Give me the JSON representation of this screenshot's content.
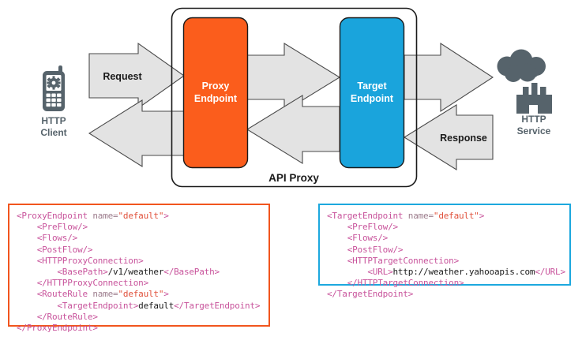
{
  "diagram": {
    "type": "api-proxy-flow",
    "container_label": "API Proxy",
    "left_actor": {
      "name": "HTTP Client",
      "icon": "mobile-phone-gear-icon",
      "label_line1": "HTTP",
      "label_line2": "Client"
    },
    "right_actor": {
      "name": "HTTP Service",
      "icon": "cloud-factory-icon",
      "label_line1": "HTTP",
      "label_line2": "Service"
    },
    "boxes": [
      {
        "id": "proxy-endpoint",
        "line1": "Proxy",
        "line2": "Endpoint",
        "color": "#FB5D1C"
      },
      {
        "id": "target-endpoint",
        "line1": "Target",
        "line2": "Endpoint",
        "color": "#1AA4DC"
      }
    ],
    "arrows": [
      {
        "id": "request-arrow",
        "label": "Request",
        "direction": "right"
      },
      {
        "id": "proxy-to-target-arrow",
        "label": "",
        "direction": "right"
      },
      {
        "id": "target-to-service-arrow",
        "label": "",
        "direction": "right"
      },
      {
        "id": "service-to-target-arrow",
        "label": "Response",
        "direction": "left"
      },
      {
        "id": "target-to-proxy-arrow",
        "label": "",
        "direction": "left"
      },
      {
        "id": "proxy-to-client-arrow",
        "label": "",
        "direction": "left"
      }
    ],
    "colors": {
      "proxy_orange": "#FB5D1C",
      "target_blue": "#1AA4DC",
      "arrow_fill": "#E3E3E3",
      "arrow_stroke": "#4A4A4A",
      "actor_gray": "#56636B",
      "container_stroke": "#1A1A1A"
    }
  },
  "code_blocks": [
    {
      "id": "proxy-endpoint-config",
      "border_color": "#F1551E",
      "lines": [
        [
          {
            "t": "<ProxyEndpoint",
            "c": "tg"
          },
          {
            "t": " name=",
            "c": "at"
          },
          {
            "t": "\"default\"",
            "c": "av"
          },
          {
            "t": ">",
            "c": "tg"
          }
        ],
        [
          {
            "t": "    <PreFlow/>",
            "c": "tg"
          }
        ],
        [
          {
            "t": "    <Flows/>",
            "c": "tg"
          }
        ],
        [
          {
            "t": "    <PostFlow/>",
            "c": "tg"
          }
        ],
        [
          {
            "t": "    <HTTPProxyConnection>",
            "c": "tg"
          }
        ],
        [
          {
            "t": "        <BasePath>",
            "c": "tg"
          },
          {
            "t": "/v1/weather",
            "c": "tx"
          },
          {
            "t": "</BasePath>",
            "c": "tg"
          }
        ],
        [
          {
            "t": "    </HTTPProxyConnection>",
            "c": "tg"
          }
        ],
        [
          {
            "t": "    <RouteRule",
            "c": "tg"
          },
          {
            "t": " name=",
            "c": "at"
          },
          {
            "t": "\"default\"",
            "c": "av"
          },
          {
            "t": ">",
            "c": "tg"
          }
        ],
        [
          {
            "t": "        <TargetEndpoint>",
            "c": "tg"
          },
          {
            "t": "default",
            "c": "tx"
          },
          {
            "t": "</TargetEndpoint>",
            "c": "tg"
          }
        ],
        [
          {
            "t": "    </RouteRule>",
            "c": "tg"
          }
        ],
        [
          {
            "t": "</ProxyEndpoint>",
            "c": "tg"
          }
        ]
      ]
    },
    {
      "id": "target-endpoint-config",
      "border_color": "#1CA8DE",
      "lines": [
        [
          {
            "t": "<TargetEndpoint",
            "c": "tg"
          },
          {
            "t": " name=",
            "c": "at"
          },
          {
            "t": "\"default\"",
            "c": "av"
          },
          {
            "t": ">",
            "c": "tg"
          }
        ],
        [
          {
            "t": "    <PreFlow/>",
            "c": "tg"
          }
        ],
        [
          {
            "t": "    <Flows/>",
            "c": "tg"
          }
        ],
        [
          {
            "t": "    <PostFlow/>",
            "c": "tg"
          }
        ],
        [
          {
            "t": "    <HTTPTargetConnection>",
            "c": "tg"
          }
        ],
        [
          {
            "t": "        <URL>",
            "c": "tg"
          },
          {
            "t": "http://weather.yahooapis.com",
            "c": "tx"
          },
          {
            "t": "</URL>",
            "c": "tg"
          }
        ],
        [
          {
            "t": "    </HTTPTargetConnection>",
            "c": "tg"
          }
        ],
        [
          {
            "t": "</TargetEndpoint>",
            "c": "tg"
          }
        ]
      ]
    }
  ]
}
